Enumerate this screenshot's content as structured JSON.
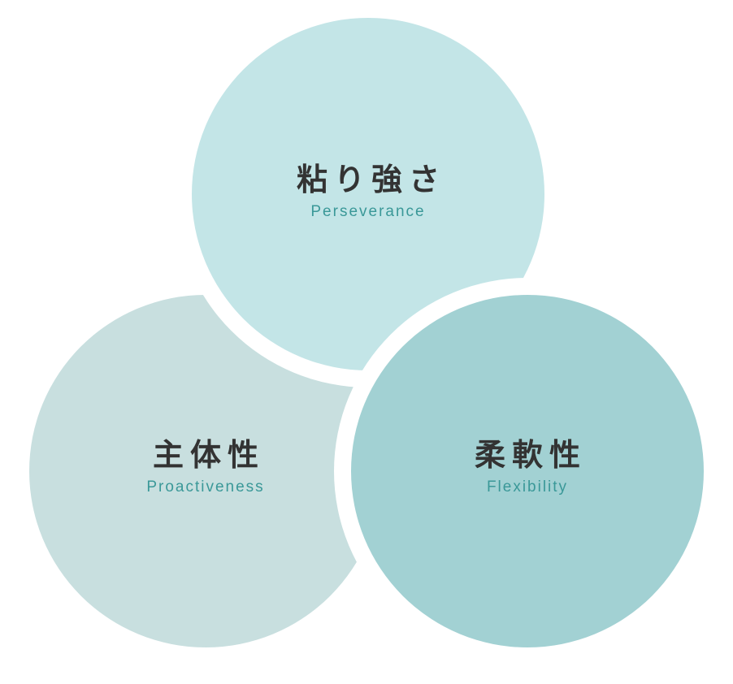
{
  "circles": [
    {
      "id": "proactiveness",
      "title": "主体性",
      "subtitle": "Proactiveness",
      "color": "#c8dfdf"
    },
    {
      "id": "perseverance",
      "title": "粘り強さ",
      "subtitle": "Perseverance",
      "color": "#c3e5e7"
    },
    {
      "id": "flexibility",
      "title": "柔軟性",
      "subtitle": "Flexibility",
      "color": "#a2d1d3"
    }
  ]
}
